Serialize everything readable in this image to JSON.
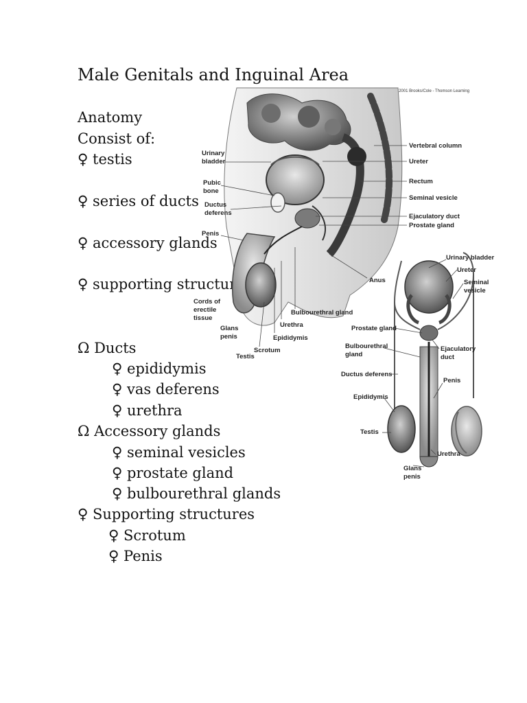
{
  "title": "Male Genitals and Inguinal Area",
  "anatomy_heading": "Anatomy",
  "consist_of": "Consist of:",
  "components": [
    "♀ testis",
    "♀ series of ducts",
    "♀ accessory glands",
    "♀ supporting structures"
  ],
  "ducts_heading": "Ω Ducts",
  "ducts": [
    "♀ epididymis",
    "♀ vas deferens",
    "♀ urethra"
  ],
  "accessory_heading": "Ω Accessory glands",
  "accessory": [
    "♀ seminal vesicles",
    "♀ prostate gland",
    "♀ bulbourethral glands"
  ],
  "supporting_heading": "♀ Supporting structures",
  "supporting": [
    "♀ Scrotum",
    "♀ Penis"
  ],
  "figure": {
    "copyright": "© 2001 Brooks/Cole - Thomson Learning",
    "sagittal_labels": {
      "urinary_bladder": [
        "Urinary",
        "bladder"
      ],
      "pubic_bone": [
        "Pubic",
        "bone"
      ],
      "ductus_deferens": [
        "Ductus",
        "deferens"
      ],
      "penis": "Penis",
      "cords": [
        "Cords of",
        "erectile",
        "tissue"
      ],
      "glans_penis": [
        "Glans",
        "penis"
      ],
      "testis": "Testis",
      "scrotum": "Scrotum",
      "epididymis": "Epididymis",
      "urethra": "Urethra",
      "bulbourethral_gland": "Bulbourethral gland",
      "anus": "Anus",
      "vertebral_column": "Vertebral column",
      "ureter": "Ureter",
      "rectum": "Rectum",
      "seminal_vesicle": "Seminal vesicle",
      "ejaculatory_duct": "Ejaculatory duct",
      "prostate_gland": "Prostate gland"
    },
    "frontal_labels": {
      "urinary_bladder": "Urinary bladder",
      "ureter": "Ureter",
      "seminal_vesicle": [
        "Seminal",
        "vesicle"
      ],
      "prostate_gland": "Prostate gland",
      "bulbourethral_gland": [
        "Bulbourethral",
        "gland"
      ],
      "ejaculatory_duct": [
        "Ejaculatory",
        "duct"
      ],
      "ductus_deferens": "Ductus deferens",
      "penis": "Penis",
      "epididymis": "Epididymis",
      "testis": "Testis",
      "urethra": "Urethra",
      "glans_penis": [
        "Glans",
        "penis"
      ]
    }
  }
}
